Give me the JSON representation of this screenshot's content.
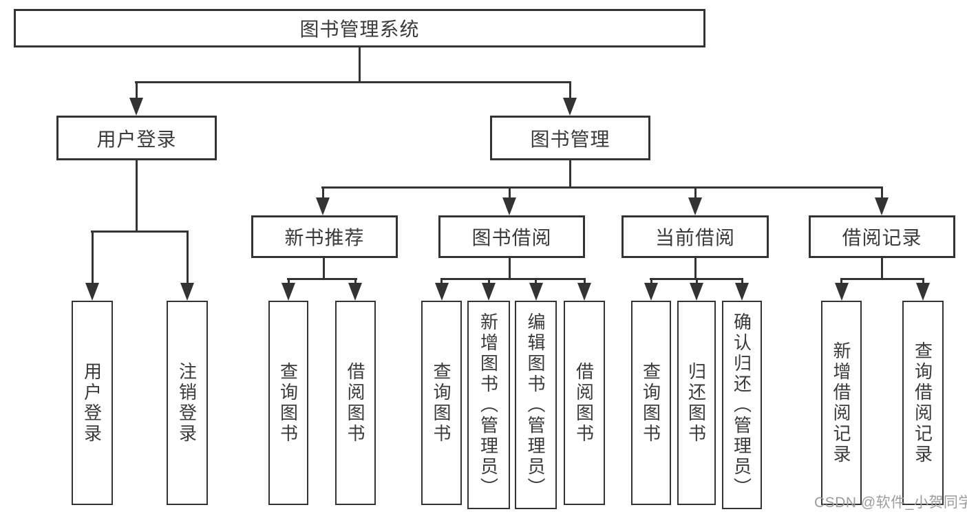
{
  "tree": {
    "label": "图书管理系统",
    "children": [
      {
        "label": "用户登录",
        "children": [
          {
            "label": "用户登录"
          },
          {
            "label": "注销登录"
          }
        ]
      },
      {
        "label": "图书管理",
        "children": [
          {
            "label": "新书推荐",
            "children": [
              {
                "label": "查询图书"
              },
              {
                "label": "借阅图书"
              }
            ]
          },
          {
            "label": "图书借阅",
            "children": [
              {
                "label": "查询图书"
              },
              {
                "label": "新增图书（管理员）"
              },
              {
                "label": "编辑图书（管理员）"
              },
              {
                "label": "借阅图书"
              }
            ]
          },
          {
            "label": "当前借阅",
            "children": [
              {
                "label": "查询图书"
              },
              {
                "label": "归还图书"
              },
              {
                "label": "确认归还（管理员）"
              }
            ]
          },
          {
            "label": "借阅记录",
            "children": [
              {
                "label": "新增借阅记录"
              },
              {
                "label": "查询借阅记录"
              }
            ]
          }
        ]
      }
    ]
  },
  "watermark": "CSDN @软件_小贺同学",
  "colors": {
    "line": "#333333",
    "text": "#3a3a3a",
    "background": "#ffffff",
    "watermark": "#9c9c9c"
  }
}
